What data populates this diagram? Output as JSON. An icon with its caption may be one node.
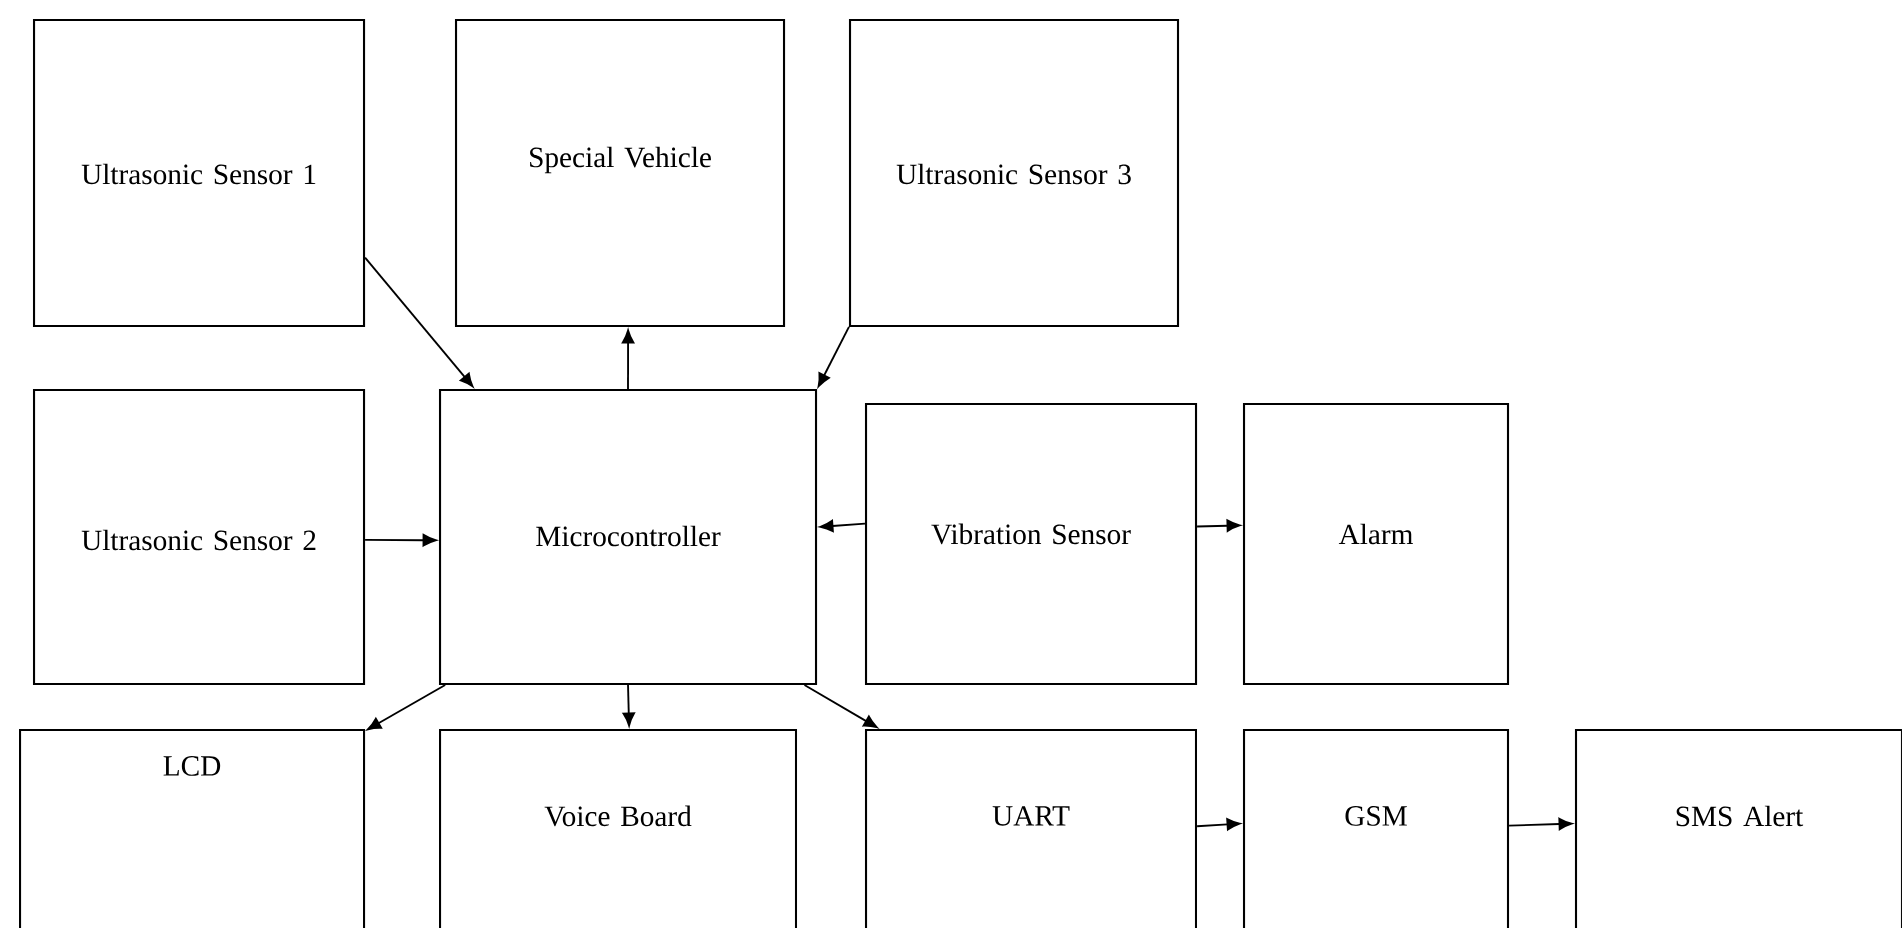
{
  "diagram": {
    "nodes": [
      {
        "text": [
          "Ultrasonic Sensor 1"
        ]
      },
      {
        "text": [
          "Special Vehicle"
        ]
      },
      {
        "text": [
          "Ultrasonic Sensor 3"
        ]
      },
      {
        "text": [
          "Ultrasonic Sensor 2"
        ]
      },
      {
        "text": [
          "Microcontroller"
        ]
      },
      {
        "text": [
          "Vibration Sensor"
        ]
      },
      {
        "text": [
          "Alarm"
        ]
      },
      {
        "text": [
          "LCD"
        ]
      },
      {
        "text": [
          "Voice Board"
        ]
      },
      {
        "text": [
          "UART"
        ]
      },
      {
        "text": [
          "GSM"
        ]
      },
      {
        "text": [
          "SMS Alert"
        ]
      }
    ],
    "edges": [
      {
        "from": 0,
        "to": 4,
        "arrow": "to"
      },
      {
        "from": 4,
        "to": 1,
        "arrow": "to"
      },
      {
        "from": 2,
        "to": 4,
        "arrow": "to"
      },
      {
        "from": 3,
        "to": 4,
        "arrow": "to"
      },
      {
        "from": 5,
        "to": 4,
        "arrow": "to"
      },
      {
        "from": 5,
        "to": 6,
        "arrow": "to"
      },
      {
        "from": 4,
        "to": 7,
        "arrow": "to"
      },
      {
        "from": 4,
        "to": 8,
        "arrow": "to"
      },
      {
        "from": 4,
        "to": 9,
        "arrow": "to"
      },
      {
        "from": 9,
        "to": 10,
        "arrow": "to"
      },
      {
        "from": 10,
        "to": 11,
        "arrow": "to"
      }
    ]
  }
}
